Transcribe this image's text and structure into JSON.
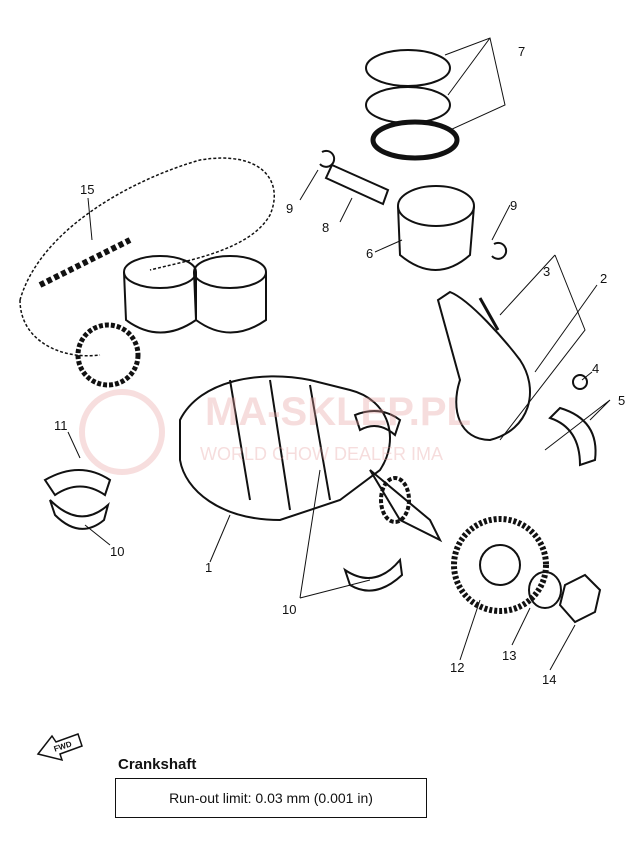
{
  "diagram": {
    "callouts": [
      "1",
      "2",
      "3",
      "4",
      "5",
      "6",
      "7",
      "8",
      "9",
      "9",
      "10",
      "10",
      "11",
      "10",
      "12",
      "13",
      "14",
      "15"
    ],
    "watermark_main": "MA-SKLEP.PL",
    "watermark_sub": "WORLD CHOW  DEALER   IMA"
  },
  "fwd_icon": {
    "label": "FWD",
    "icon": "forward-arrow-icon"
  },
  "spec": {
    "title": "Crankshaft",
    "runout_text": "Run-out limit:  0.03 mm (0.001 in)"
  }
}
